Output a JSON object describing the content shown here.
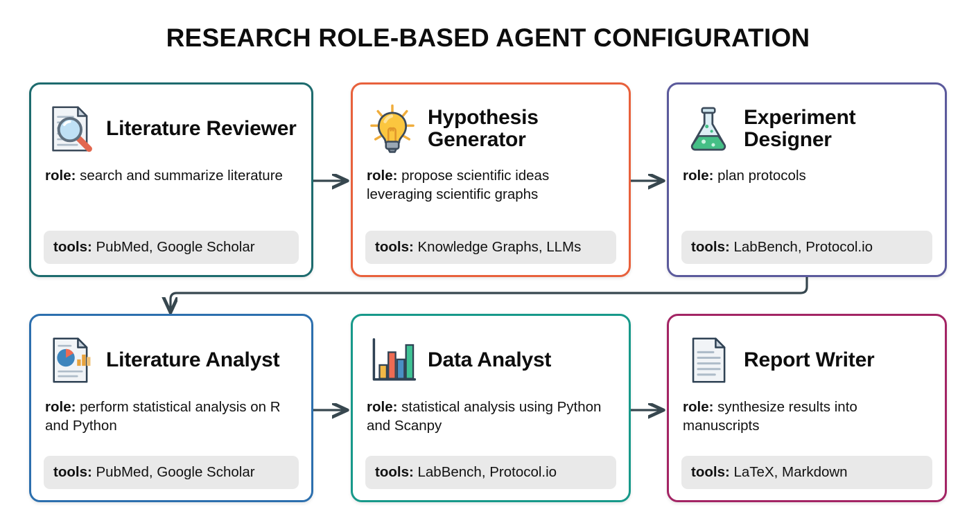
{
  "title": "RESEARCH ROLE-BASED AGENT CONFIGURATION",
  "labels": {
    "role_key": "role:",
    "tools_key": "tools:"
  },
  "colors": {
    "background": "#ffffff",
    "title_text": "#0d0d0d",
    "arrow": "#37474f",
    "chip_bg": "#e9e9e9",
    "border_literature_reviewer": "#1d6b6e",
    "border_hypothesis_generator": "#e8613c",
    "border_experiment_designer": "#5b5a9c",
    "border_literature_analyst": "#2c6fae",
    "border_data_analyst": "#17998a",
    "border_report_writer": "#a32464"
  },
  "cards": [
    {
      "id": "literature-reviewer",
      "icon": "document-magnifier-icon",
      "title": "Literature Reviewer",
      "role": "search and summarize literature",
      "tools": "PubMed, Google Scholar",
      "border_color": "#1d6b6e"
    },
    {
      "id": "hypothesis-generator",
      "icon": "lightbulb-icon",
      "title": "Hypothesis Generator",
      "role": "propose scientific ideas leveraging scientific graphs",
      "tools": "Knowledge Graphs, LLMs",
      "border_color": "#e8613c"
    },
    {
      "id": "experiment-designer",
      "icon": "flask-icon",
      "title": "Experiment Designer",
      "role": "plan protocols",
      "tools": "LabBench, Protocol.io",
      "border_color": "#5b5a9c"
    },
    {
      "id": "literature-analyst",
      "icon": "document-charts-icon",
      "title": "Literature Analyst",
      "role": "perform statistical analysis on R and Python",
      "tools": "PubMed, Google Scholar",
      "border_color": "#2c6fae"
    },
    {
      "id": "data-analyst",
      "icon": "bar-chart-icon",
      "title": "Data Analyst",
      "role": "statistical analysis using Python and Scanpy",
      "tools": "LabBench, Protocol.io",
      "border_color": "#17998a"
    },
    {
      "id": "report-writer",
      "icon": "document-text-icon",
      "title": "Report Writer",
      "role": "synthesize results into manuscripts",
      "tools": "LaTeX, Markdown",
      "border_color": "#a32464"
    }
  ],
  "flow": [
    {
      "from": "literature-reviewer",
      "to": "hypothesis-generator",
      "kind": "arrow-right"
    },
    {
      "from": "hypothesis-generator",
      "to": "experiment-designer",
      "kind": "arrow-right"
    },
    {
      "from": "experiment-designer",
      "to": "literature-analyst",
      "kind": "arrow-wrap-down"
    },
    {
      "from": "literature-analyst",
      "to": "data-analyst",
      "kind": "arrow-right"
    },
    {
      "from": "data-analyst",
      "to": "report-writer",
      "kind": "arrow-right"
    }
  ]
}
